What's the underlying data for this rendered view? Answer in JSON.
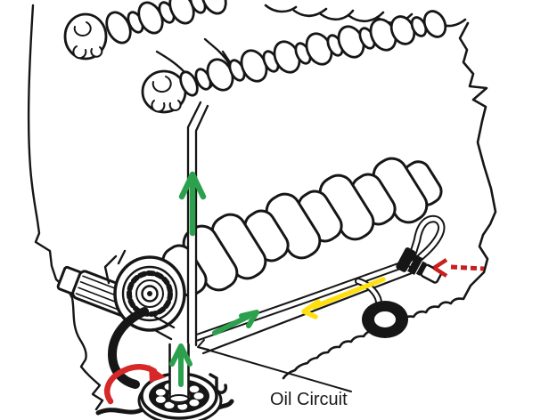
{
  "diagram": {
    "label": "Oil Circuit",
    "colors": {
      "ink": "#161616",
      "background": "#ffffff",
      "green_arrow": "#2ca04d",
      "yellow_arrow": "#ffdf0e",
      "red_curved_arrow": "#d62828",
      "red_dashed_arrow": "#c81f1f"
    },
    "arrows": [
      {
        "name": "green-up-arrow-delivery-pipe",
        "color": "#2ca04d",
        "direction": "up"
      },
      {
        "name": "green-up-arrow-pickup-tube",
        "color": "#2ca04d",
        "direction": "up"
      },
      {
        "name": "green-diagonal-arrow-gallery",
        "color": "#2ca04d",
        "direction": "up-right"
      },
      {
        "name": "yellow-arrow-main-gallery",
        "color": "#ffdf0e",
        "direction": "down-left"
      },
      {
        "name": "red-dashed-arrow-pressure-sensor",
        "color": "#c81f1f",
        "direction": "left"
      },
      {
        "name": "red-curved-arrow-oil-pickup",
        "color": "#d62828",
        "direction": "right"
      }
    ]
  }
}
